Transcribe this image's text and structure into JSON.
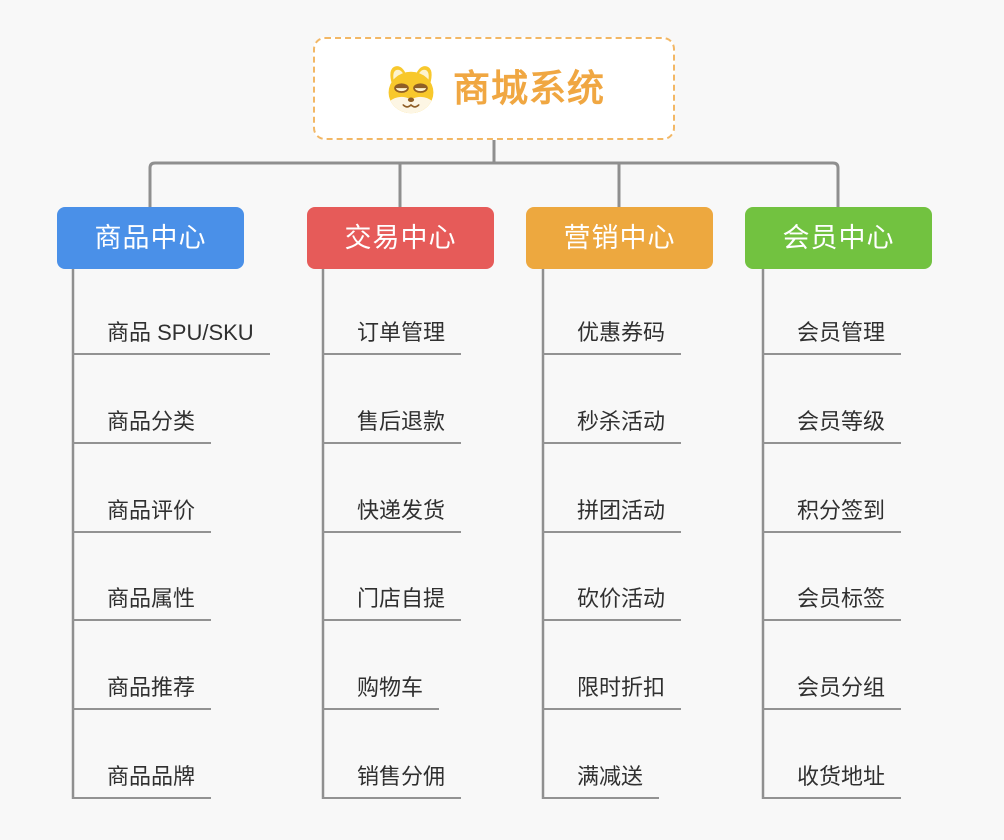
{
  "root": {
    "title": "商城系统",
    "icon": "shiba-dog-icon"
  },
  "branches": [
    {
      "label": "商品中心",
      "color": "#4a90e8",
      "children": [
        "商品 SPU/SKU",
        "商品分类",
        "商品评价",
        "商品属性",
        "商品推荐",
        "商品品牌"
      ]
    },
    {
      "label": "交易中心",
      "color": "#e65b59",
      "children": [
        "订单管理",
        "售后退款",
        "快递发货",
        "门店自提",
        "购物车",
        "销售分佣"
      ]
    },
    {
      "label": "营销中心",
      "color": "#eda83f",
      "children": [
        "优惠券码",
        "秒杀活动",
        "拼团活动",
        "砍价活动",
        "限时折扣",
        "满减送"
      ]
    },
    {
      "label": "会员中心",
      "color": "#72c240",
      "children": [
        "会员管理",
        "会员等级",
        "积分签到",
        "会员标签",
        "会员分组",
        "收货地址"
      ]
    }
  ],
  "colors": {
    "background": "#f8f8f8",
    "connector_line": "#8f8f8f",
    "item_underline": "#929292",
    "item_text": "#303030",
    "root_border": "#f2b765",
    "root_text": "#f0a742"
  }
}
